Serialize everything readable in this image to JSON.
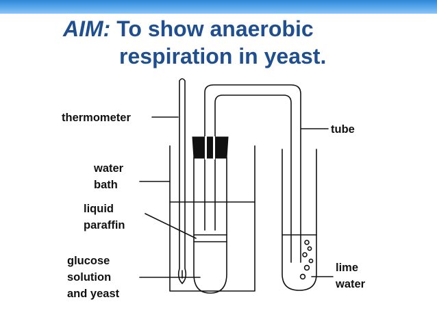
{
  "title": {
    "prefix": "AIM:",
    "line1": "To show anaerobic",
    "line2": "respiration in yeast."
  },
  "diagram": {
    "labels": {
      "thermometer": "thermometer",
      "water_bath_1": "water",
      "water_bath_2": "bath",
      "liquid_paraffin_1": "liquid",
      "liquid_paraffin_2": "paraffin",
      "glucose_1": "glucose",
      "glucose_2": "solution",
      "glucose_3": "and yeast",
      "tube": "tube",
      "lime_water_1": "lime",
      "lime_water_2": "water"
    }
  },
  "colors": {
    "header_bar": "#4a9be6",
    "title_text": "#1f4f8f"
  }
}
